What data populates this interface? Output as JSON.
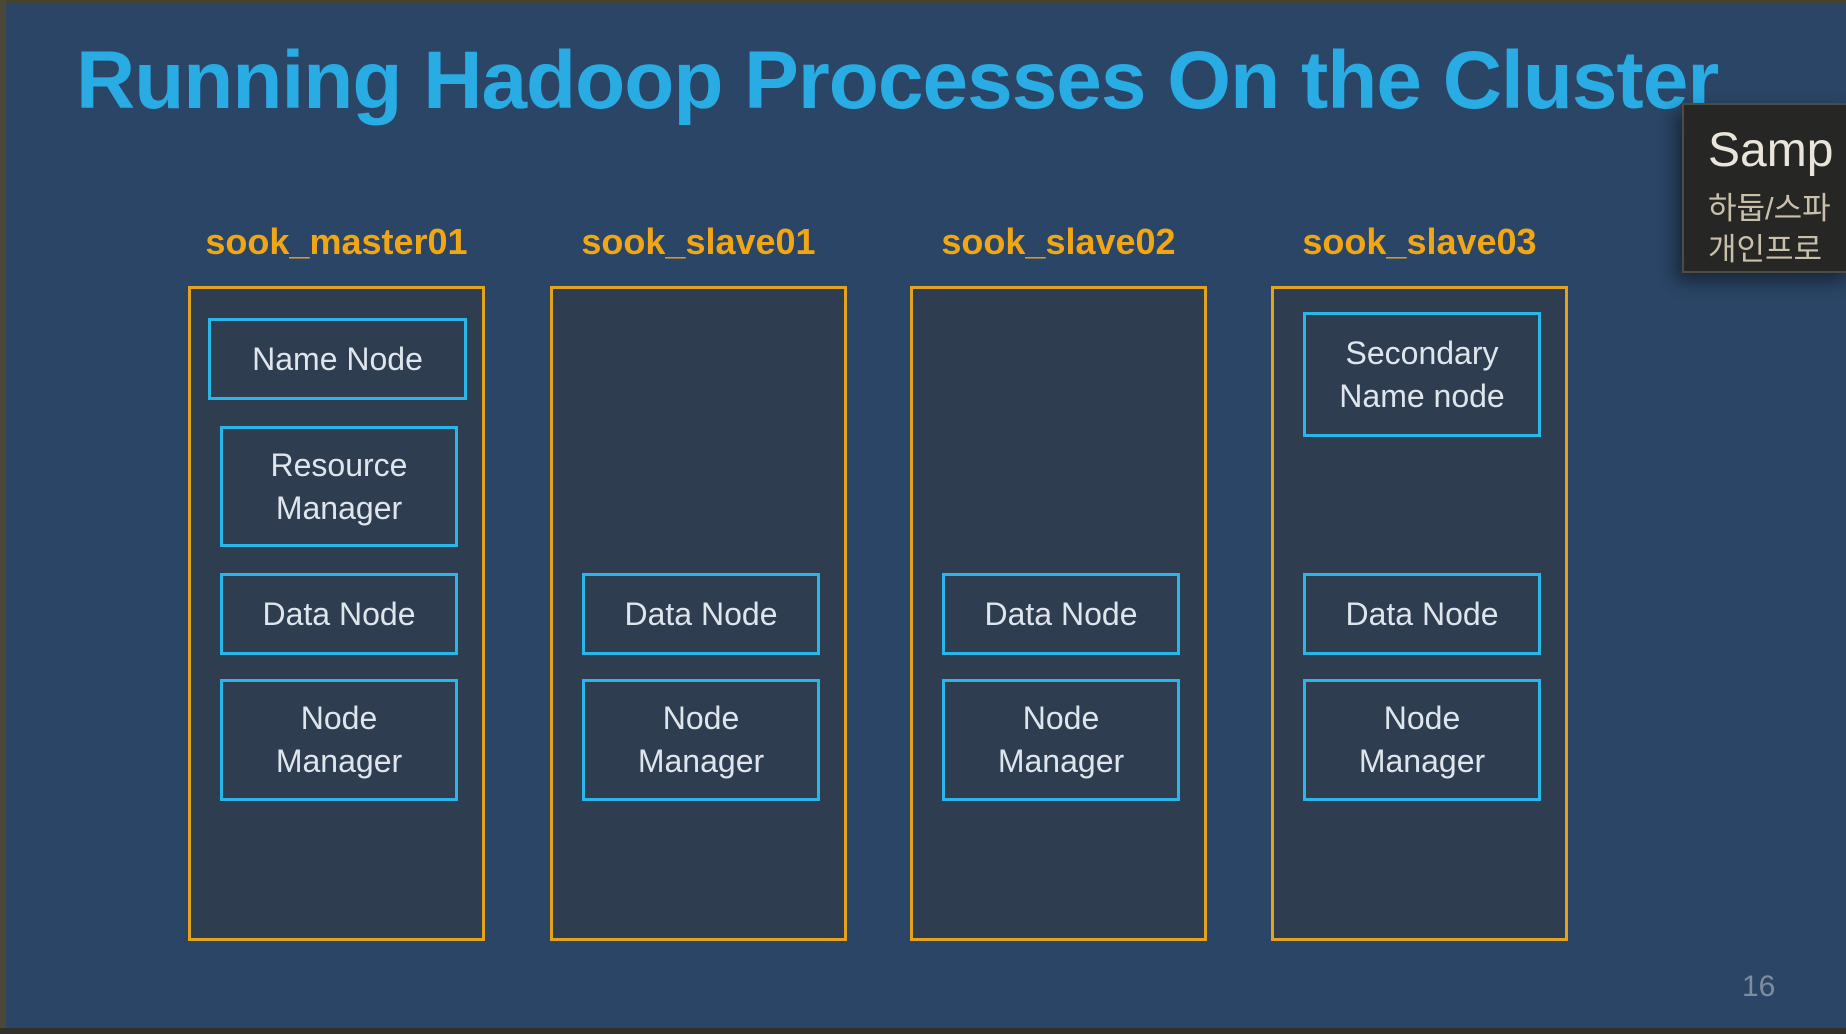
{
  "slide": {
    "title": "Running Hadoop Processes On the Cluster",
    "page_number": "16"
  },
  "watermark": {
    "title": "Samp",
    "line1": "하둡/스파",
    "line2": "개인프로"
  },
  "diagram": {
    "columns": [
      {
        "id": "sook-master01",
        "header": "sook_master01",
        "nodes": [
          {
            "label": "Name Node",
            "slot": 0,
            "variant": "wide"
          },
          {
            "label": "Resource\nManager",
            "slot": 1
          },
          {
            "label": "Data Node",
            "slot": 2
          },
          {
            "label": "Node\nManager",
            "slot": 3
          }
        ]
      },
      {
        "id": "sook-slave01",
        "header": "sook_slave01",
        "nodes": [
          {
            "label": "Data Node",
            "slot": 2
          },
          {
            "label": "Node\nManager",
            "slot": 3
          }
        ]
      },
      {
        "id": "sook-slave02",
        "header": "sook_slave02",
        "nodes": [
          {
            "label": "Data Node",
            "slot": 2
          },
          {
            "label": "Node\nManager",
            "slot": 3
          }
        ]
      },
      {
        "id": "sook-slave03",
        "header": "sook_slave03",
        "nodes": [
          {
            "label": "Secondary\nName node",
            "slot": 0,
            "variant": "tall"
          },
          {
            "label": "Data Node",
            "slot": 2
          },
          {
            "label": "Node\nManager",
            "slot": 3
          }
        ]
      }
    ]
  },
  "colors": {
    "background": "#2a4565",
    "box_interior": "#2e3d50",
    "title_cyan": "#29abe3",
    "host_orange": "#f0a615",
    "border_orange": "#e5a31c",
    "node_border_cyan": "#29b6e9",
    "node_text": "#dfe5ec",
    "page_number_gray": "#7e8c9c",
    "watermark_bg": "#262624"
  }
}
